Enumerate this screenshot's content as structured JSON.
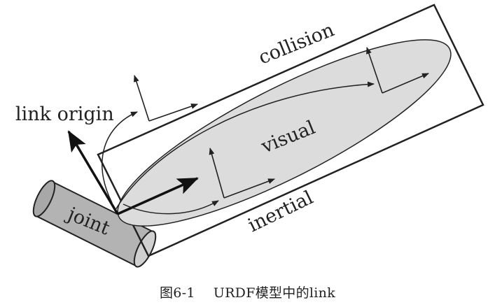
{
  "figure": {
    "labels": {
      "collision": "collision",
      "visual": "visual",
      "inertial": "inertial",
      "joint": "joint",
      "link_origin": "link origin"
    },
    "colors": {
      "ink": "#222222",
      "ellipse_fill": "#dcdcdc",
      "cylinder_fill": "#b3b3b3",
      "cylinder_end": "#d0d0d0"
    }
  },
  "caption": {
    "number": "图6-1",
    "text": "URDF模型中的link"
  }
}
